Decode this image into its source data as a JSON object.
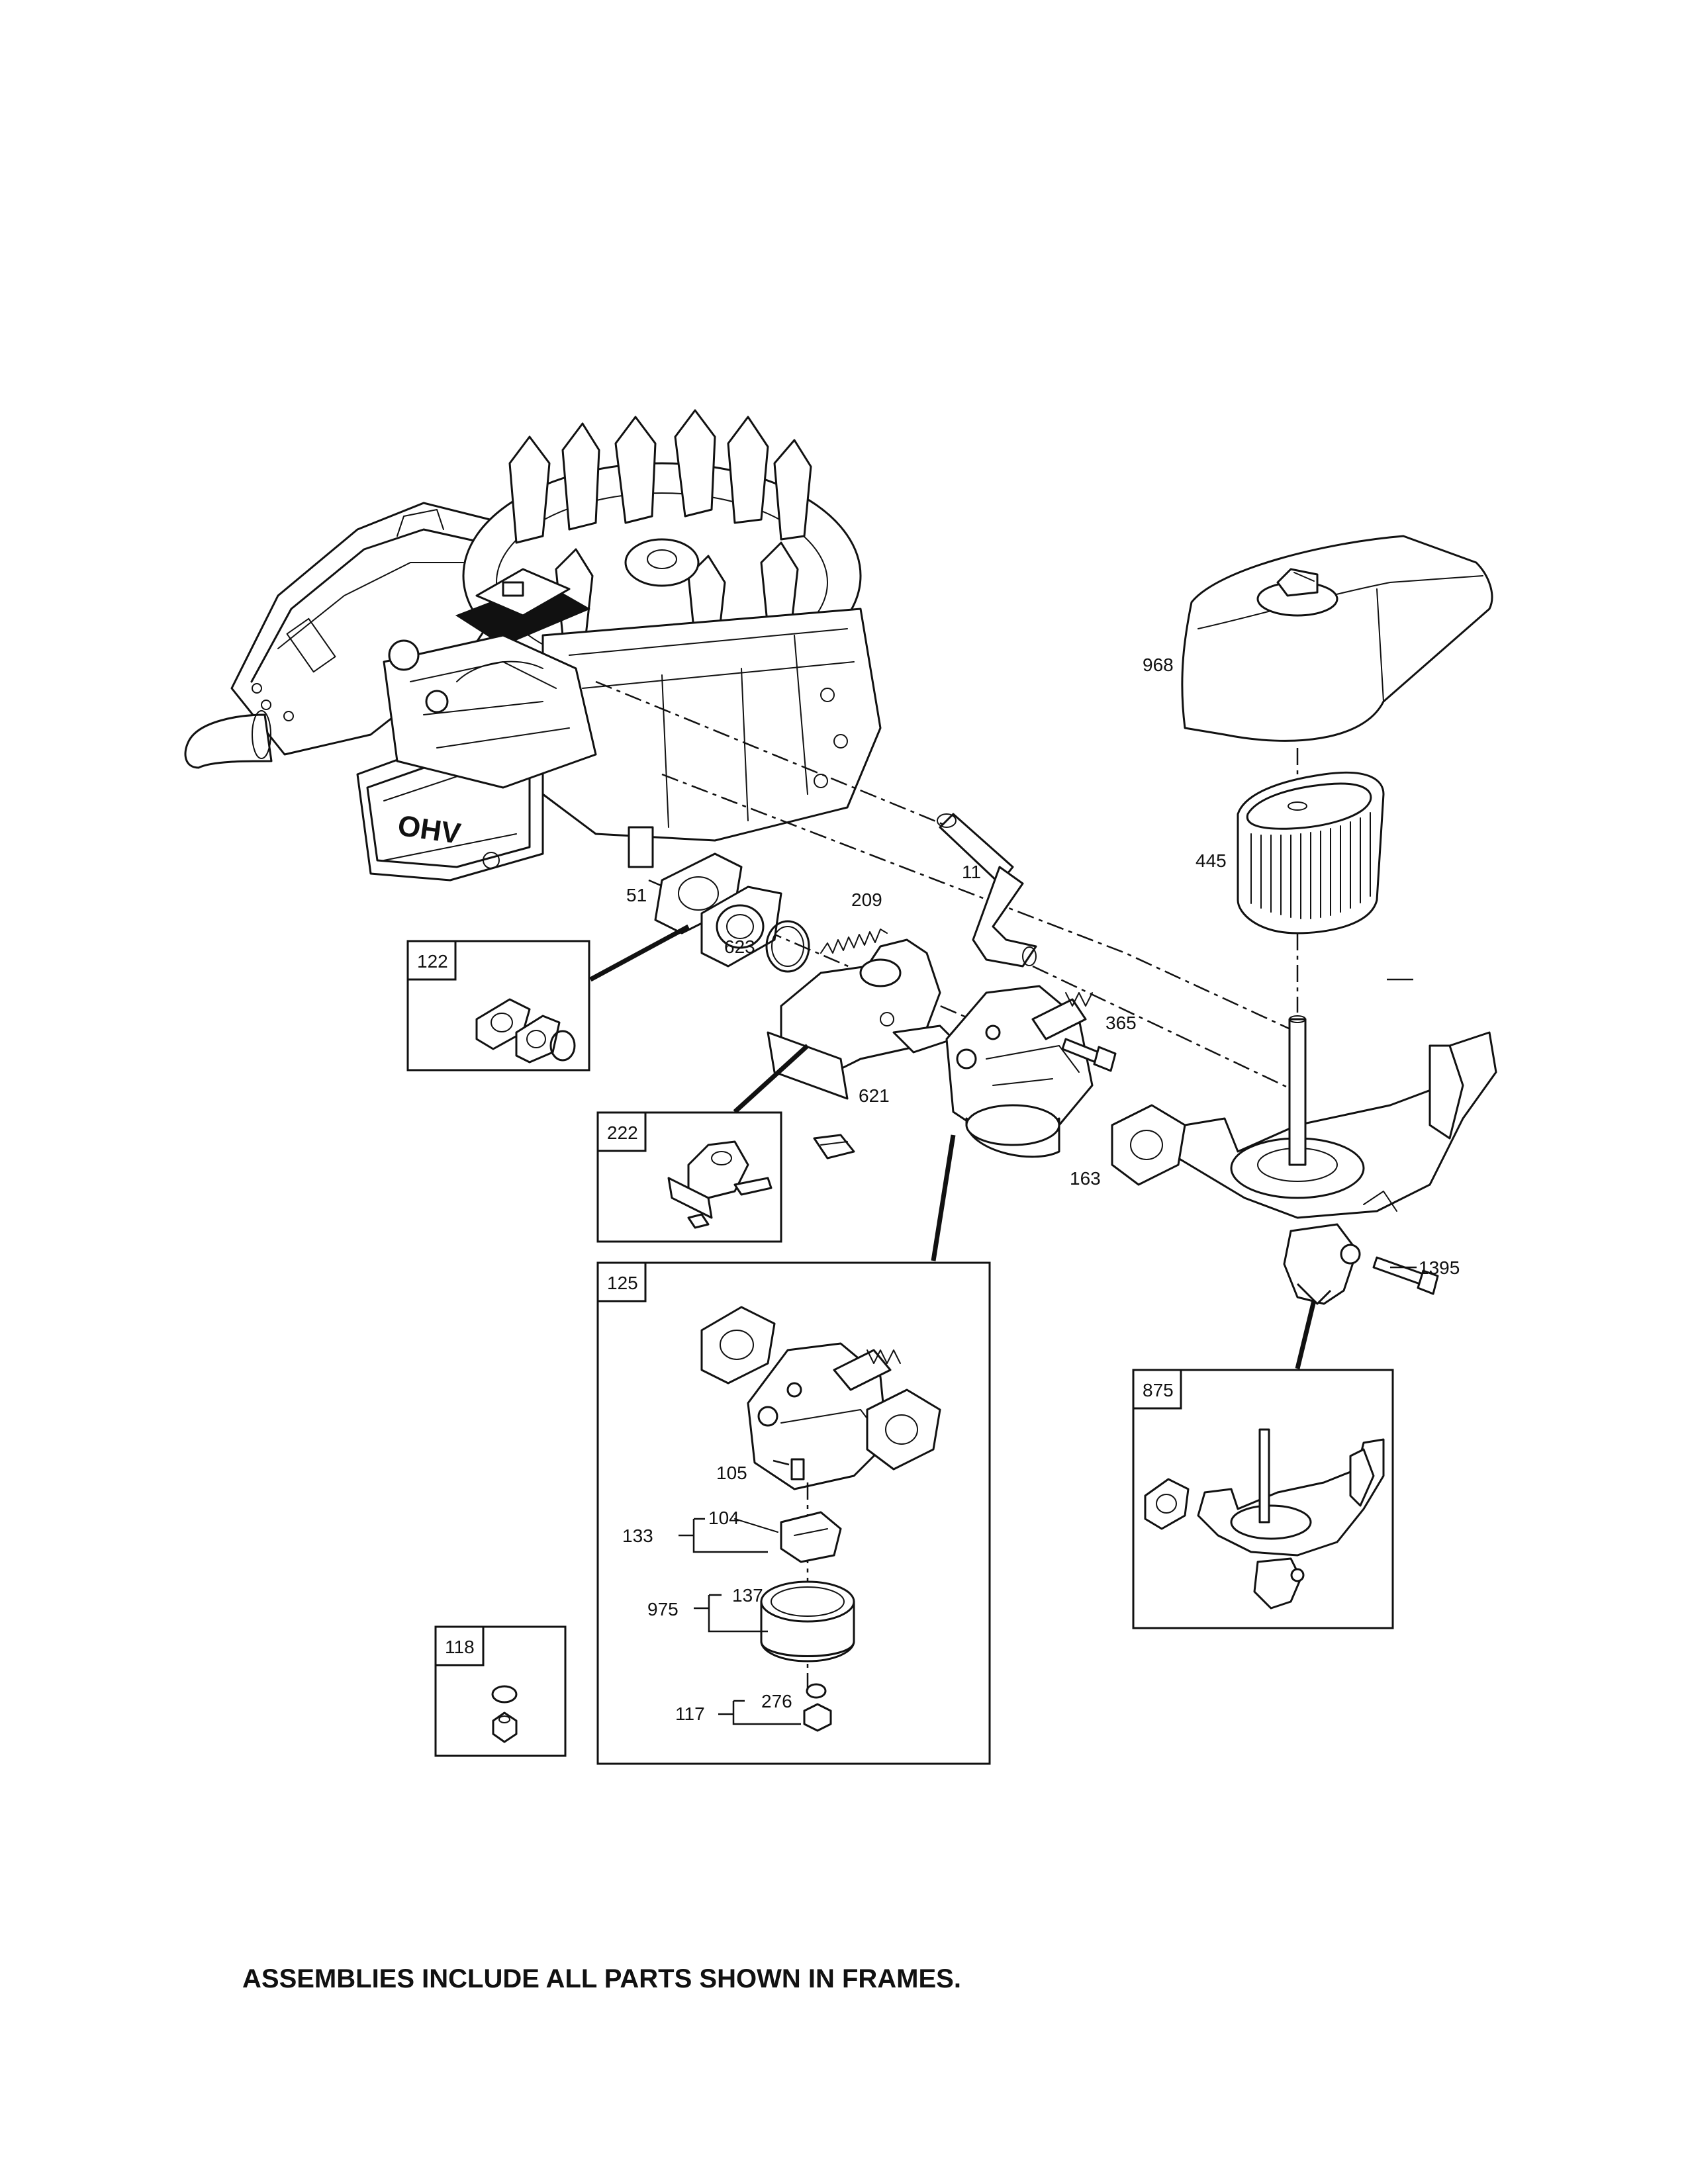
{
  "callouts": {
    "c968": "968",
    "c445": "445",
    "c11": "11",
    "c51": "51",
    "c209": "209",
    "c623": "623",
    "c365": "365",
    "c621": "621",
    "c163": "163",
    "c1395": "1395",
    "c105": "105",
    "c104": "104",
    "c133": "133",
    "c137": "137",
    "c975": "975",
    "c276": "276",
    "c117": "117"
  },
  "frames": {
    "f122": "122",
    "f222": "222",
    "f125": "125",
    "f875": "875",
    "f118": "118"
  },
  "engine_valve_cover_text": "OHV",
  "footer_note": "ASSEMBLIES INCLUDE ALL PARTS SHOWN IN FRAMES."
}
